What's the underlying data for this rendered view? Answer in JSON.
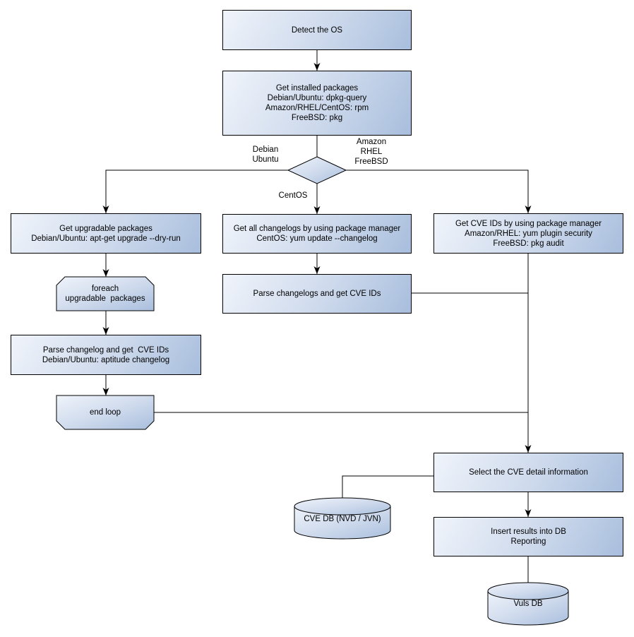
{
  "diagram": {
    "title_hint": "Vulnerability scan flowchart",
    "colors": {
      "background": "#ffffff",
      "stroke": "#000000",
      "shape_fill_light": "#f0f4fb",
      "shape_fill_mid": "#cdd9ec",
      "shape_fill_dark": "#a8bedd"
    },
    "nodes": {
      "detect_os": "Detect the OS",
      "get_installed_packages": "Get installed packages\nDebian/Ubuntu: dpkg-query\nAmazon/RHEL/CentOS: rpm\nFreeBSD: pkg",
      "get_upgradable_packages": "Get upgradable packages\nDebian/Ubuntu: apt-get upgrade --dry-run",
      "foreach_loop": "foreach\nupgradable  packages",
      "parse_changelog_left": "Parse changelog and get  CVE IDs\nDebian/Ubuntu: aptitude changelog",
      "end_loop": "end loop",
      "get_all_changelogs": "Get all changelogs by using package manager\nCentOS: yum update --changelog",
      "parse_changelogs_mid": "Parse changelogs and get CVE IDs",
      "get_cve_ids": "Get CVE IDs by using package manager\nAmazon/RHEL: yum plugin security\nFreeBSD: pkg audit",
      "select_cve_detail": "Select the CVE detail information",
      "cve_db": "CVE DB (NVD / JVN)",
      "insert_results": "Insert results into DB\nReporting",
      "vuls_db": "Vuls DB"
    },
    "edge_labels": {
      "left_branch": "Debian\nUbuntu",
      "right_branch": "Amazon\nRHEL\nFreeBSD",
      "down_branch": "CentOS"
    }
  }
}
